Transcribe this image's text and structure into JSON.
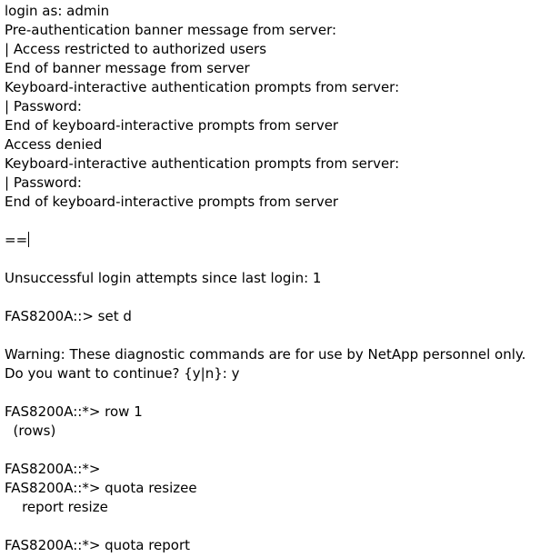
{
  "terminal": {
    "lines": [
      "login as: admin",
      "Pre-authentication banner message from server:",
      "| Access restricted to authorized users",
      "End of banner message from server",
      "Keyboard-interactive authentication prompts from server:",
      "| Password:",
      "End of keyboard-interactive prompts from server",
      "Access denied",
      "Keyboard-interactive authentication prompts from server:",
      "| Password:",
      "End of keyboard-interactive prompts from server",
      "",
      "==",
      "",
      "Unsuccessful login attempts since last login: 1",
      "",
      "FAS8200A::> set d",
      "",
      "Warning: These diagnostic commands are for use by NetApp personnel only.",
      "Do you want to continue? {y|n}: y",
      "",
      "FAS8200A::*> row 1",
      "  (rows)",
      "",
      "FAS8200A::*>",
      "FAS8200A::*> quota resizee",
      "    report resize",
      "",
      "FAS8200A::*> quota report"
    ]
  },
  "colors": {
    "background": "#ffffff",
    "text": "#000000"
  }
}
